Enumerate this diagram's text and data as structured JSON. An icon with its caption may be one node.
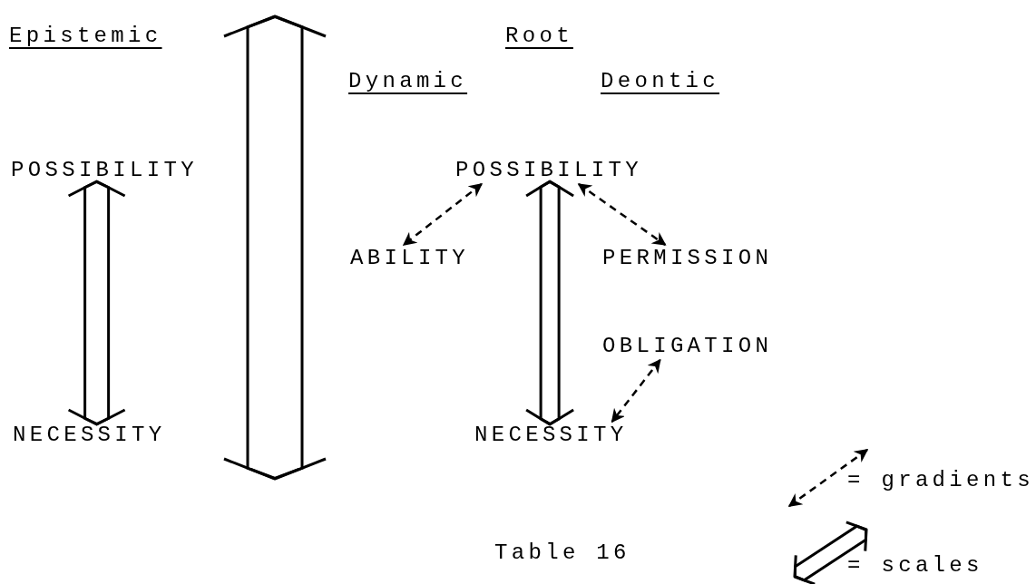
{
  "diagram": {
    "caption": "Table 16",
    "nodes": [
      {
        "text": [
          "POSSIBILITY"
        ]
      },
      {
        "text": [
          "NECESSITY"
        ]
      },
      {
        "text": [
          "POSSIBILITY"
        ]
      },
      {
        "text": [
          "ABILITY"
        ]
      },
      {
        "text": [
          "PERMISSION"
        ]
      },
      {
        "text": [
          "OBLIGATION"
        ]
      },
      {
        "text": [
          "NECESSITY"
        ]
      }
    ],
    "edges": [
      {
        "from": 0,
        "to": 1,
        "arrow": "both"
      },
      {
        "from": 2,
        "to": 3,
        "arrow": "both",
        "style": "dashed"
      },
      {
        "from": 2,
        "to": 4,
        "arrow": "both",
        "style": "dashed"
      },
      {
        "from": 2,
        "to": 6,
        "arrow": "both"
      },
      {
        "from": 5,
        "to": 6,
        "arrow": "both",
        "style": "dashed"
      }
    ],
    "labels": [
      "Epistemic",
      "Root",
      "Dynamic",
      "Deontic"
    ],
    "legend": [
      {
        "text": "= gradients"
      },
      {
        "text": "= scales"
      }
    ]
  }
}
